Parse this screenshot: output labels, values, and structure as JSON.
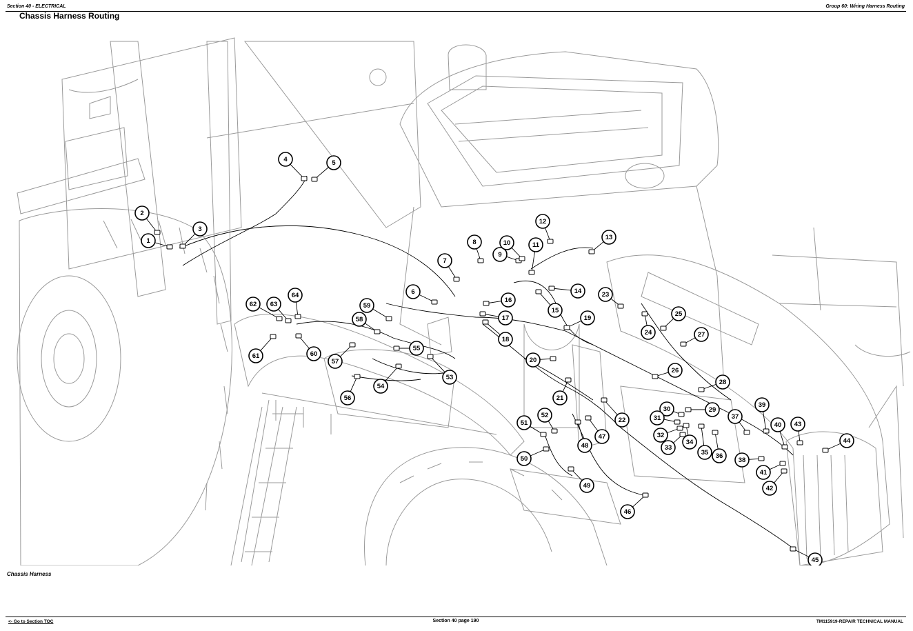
{
  "header": {
    "left": "Section 40 - ELECTRICAL",
    "right": "Group 60: Wiring Harness Routing"
  },
  "title": "Chassis Harness Routing",
  "caption": "Chassis Harness",
  "footer": {
    "link": "<- Go to Section TOC",
    "center": "Section 40 page 190",
    "right": "TM115919-REPAIR TECHNICAL MANUAL"
  },
  "icons": {
    "illustration": "tractor-chassis-harness-illustration"
  },
  "callouts": [
    {
      "n": "1",
      "c": [
        215,
        349
      ],
      "t": [
        246,
        358
      ]
    },
    {
      "n": "2",
      "c": [
        206,
        309
      ],
      "t": [
        228,
        337
      ]
    },
    {
      "n": "3",
      "c": [
        290,
        332
      ],
      "t": [
        265,
        357
      ]
    },
    {
      "n": "4",
      "c": [
        414,
        231
      ],
      "t": [
        441,
        259
      ]
    },
    {
      "n": "5",
      "c": [
        484,
        236
      ],
      "t": [
        456,
        260
      ]
    },
    {
      "n": "6",
      "c": [
        599,
        423
      ],
      "t": [
        630,
        438
      ]
    },
    {
      "n": "7",
      "c": [
        645,
        378
      ],
      "t": [
        662,
        405
      ]
    },
    {
      "n": "8",
      "c": [
        688,
        351
      ],
      "t": [
        697,
        378
      ]
    },
    {
      "n": "9",
      "c": [
        725,
        369
      ],
      "t": [
        752,
        378
      ]
    },
    {
      "n": "10",
      "c": [
        735,
        352
      ],
      "t": [
        757,
        375
      ]
    },
    {
      "n": "11",
      "c": [
        777,
        355
      ],
      "t": [
        771,
        395
      ]
    },
    {
      "n": "12",
      "c": [
        787,
        321
      ],
      "t": [
        798,
        350
      ]
    },
    {
      "n": "13",
      "c": [
        883,
        344
      ],
      "t": [
        858,
        365
      ]
    },
    {
      "n": "14",
      "c": [
        838,
        422
      ],
      "t": [
        800,
        418
      ]
    },
    {
      "n": "15",
      "c": [
        805,
        450
      ],
      "t": [
        781,
        423
      ]
    },
    {
      "n": "16",
      "c": [
        737,
        435
      ],
      "t": [
        705,
        440
      ]
    },
    {
      "n": "17",
      "c": [
        733,
        461
      ],
      "t": [
        700,
        455
      ]
    },
    {
      "n": "18",
      "c": [
        733,
        492
      ],
      "t": [
        704,
        467
      ]
    },
    {
      "n": "19",
      "c": [
        852,
        461
      ],
      "t": [
        822,
        475
      ]
    },
    {
      "n": "20",
      "c": [
        773,
        522
      ],
      "t": [
        802,
        520
      ]
    },
    {
      "n": "21",
      "c": [
        812,
        577
      ],
      "t": [
        824,
        551
      ]
    },
    {
      "n": "22",
      "c": [
        902,
        609
      ],
      "t": [
        876,
        580
      ]
    },
    {
      "n": "23",
      "c": [
        878,
        427
      ],
      "t": [
        900,
        444
      ]
    },
    {
      "n": "24",
      "c": [
        940,
        482
      ],
      "t": [
        935,
        455
      ]
    },
    {
      "n": "25",
      "c": [
        984,
        455
      ],
      "t": [
        962,
        476
      ]
    },
    {
      "n": "26",
      "c": [
        979,
        537
      ],
      "t": [
        950,
        546
      ]
    },
    {
      "n": "27",
      "c": [
        1017,
        485
      ],
      "t": [
        991,
        499
      ]
    },
    {
      "n": "28",
      "c": [
        1048,
        554
      ],
      "t": [
        1017,
        565
      ]
    },
    {
      "n": "29",
      "c": [
        1033,
        594
      ],
      "t": [
        998,
        594
      ]
    },
    {
      "n": "30",
      "c": [
        967,
        593
      ],
      "t": [
        988,
        601
      ]
    },
    {
      "n": "31",
      "c": [
        953,
        606
      ],
      "t": [
        982,
        612
      ]
    },
    {
      "n": "32",
      "c": [
        958,
        631
      ],
      "t": [
        986,
        621
      ]
    },
    {
      "n": "33",
      "c": [
        969,
        649
      ],
      "t": [
        990,
        630
      ]
    },
    {
      "n": "34",
      "c": [
        1000,
        641
      ],
      "t": [
        995,
        617
      ]
    },
    {
      "n": "35",
      "c": [
        1022,
        656
      ],
      "t": [
        1017,
        618
      ]
    },
    {
      "n": "36",
      "c": [
        1043,
        661
      ],
      "t": [
        1037,
        627
      ]
    },
    {
      "n": "37",
      "c": [
        1066,
        604
      ],
      "t": [
        1083,
        627
      ]
    },
    {
      "n": "38",
      "c": [
        1076,
        667
      ],
      "t": [
        1104,
        665
      ]
    },
    {
      "n": "39",
      "c": [
        1105,
        587
      ],
      "t": [
        1111,
        625
      ]
    },
    {
      "n": "40",
      "c": [
        1128,
        616
      ],
      "t": [
        1138,
        648
      ]
    },
    {
      "n": "41",
      "c": [
        1107,
        685
      ],
      "t": [
        1135,
        672
      ]
    },
    {
      "n": "42",
      "c": [
        1116,
        708
      ],
      "t": [
        1137,
        683
      ]
    },
    {
      "n": "43",
      "c": [
        1157,
        615
      ],
      "t": [
        1160,
        642
      ]
    },
    {
      "n": "44",
      "c": [
        1228,
        639
      ],
      "t": [
        1197,
        653
      ]
    },
    {
      "n": "45",
      "c": [
        1182,
        812
      ],
      "t": [
        1150,
        796
      ]
    },
    {
      "n": "46",
      "c": [
        910,
        742
      ],
      "t": [
        936,
        718
      ]
    },
    {
      "n": "47",
      "c": [
        873,
        633
      ],
      "t": [
        853,
        606
      ]
    },
    {
      "n": "48",
      "c": [
        848,
        646
      ],
      "t": [
        838,
        612
      ]
    },
    {
      "n": "49",
      "c": [
        851,
        704
      ],
      "t": [
        828,
        680
      ]
    },
    {
      "n": "50",
      "c": [
        760,
        665
      ],
      "t": [
        792,
        651
      ]
    },
    {
      "n": "51",
      "c": [
        760,
        613
      ],
      "t": [
        788,
        630
      ]
    },
    {
      "n": "52",
      "c": [
        790,
        602
      ],
      "t": [
        804,
        625
      ]
    },
    {
      "n": "53",
      "c": [
        652,
        547
      ],
      "t": [
        624,
        517
      ]
    },
    {
      "n": "54",
      "c": [
        552,
        560
      ],
      "t": [
        578,
        531
      ]
    },
    {
      "n": "55",
      "c": [
        604,
        505
      ],
      "t": [
        575,
        505
      ]
    },
    {
      "n": "56",
      "c": [
        504,
        577
      ],
      "t": [
        518,
        546
      ]
    },
    {
      "n": "57",
      "c": [
        486,
        524
      ],
      "t": [
        511,
        500
      ]
    },
    {
      "n": "58",
      "c": [
        521,
        463
      ],
      "t": [
        547,
        481
      ]
    },
    {
      "n": "59",
      "c": [
        532,
        443
      ],
      "t": [
        564,
        462
      ]
    },
    {
      "n": "60",
      "c": [
        455,
        513
      ],
      "t": [
        433,
        487
      ]
    },
    {
      "n": "61",
      "c": [
        371,
        516
      ],
      "t": [
        396,
        488
      ]
    },
    {
      "n": "62",
      "c": [
        367,
        441
      ],
      "t": [
        405,
        462
      ]
    },
    {
      "n": "63",
      "c": [
        397,
        441
      ],
      "t": [
        418,
        465
      ]
    },
    {
      "n": "64",
      "c": [
        428,
        428
      ],
      "t": [
        432,
        459
      ]
    }
  ]
}
